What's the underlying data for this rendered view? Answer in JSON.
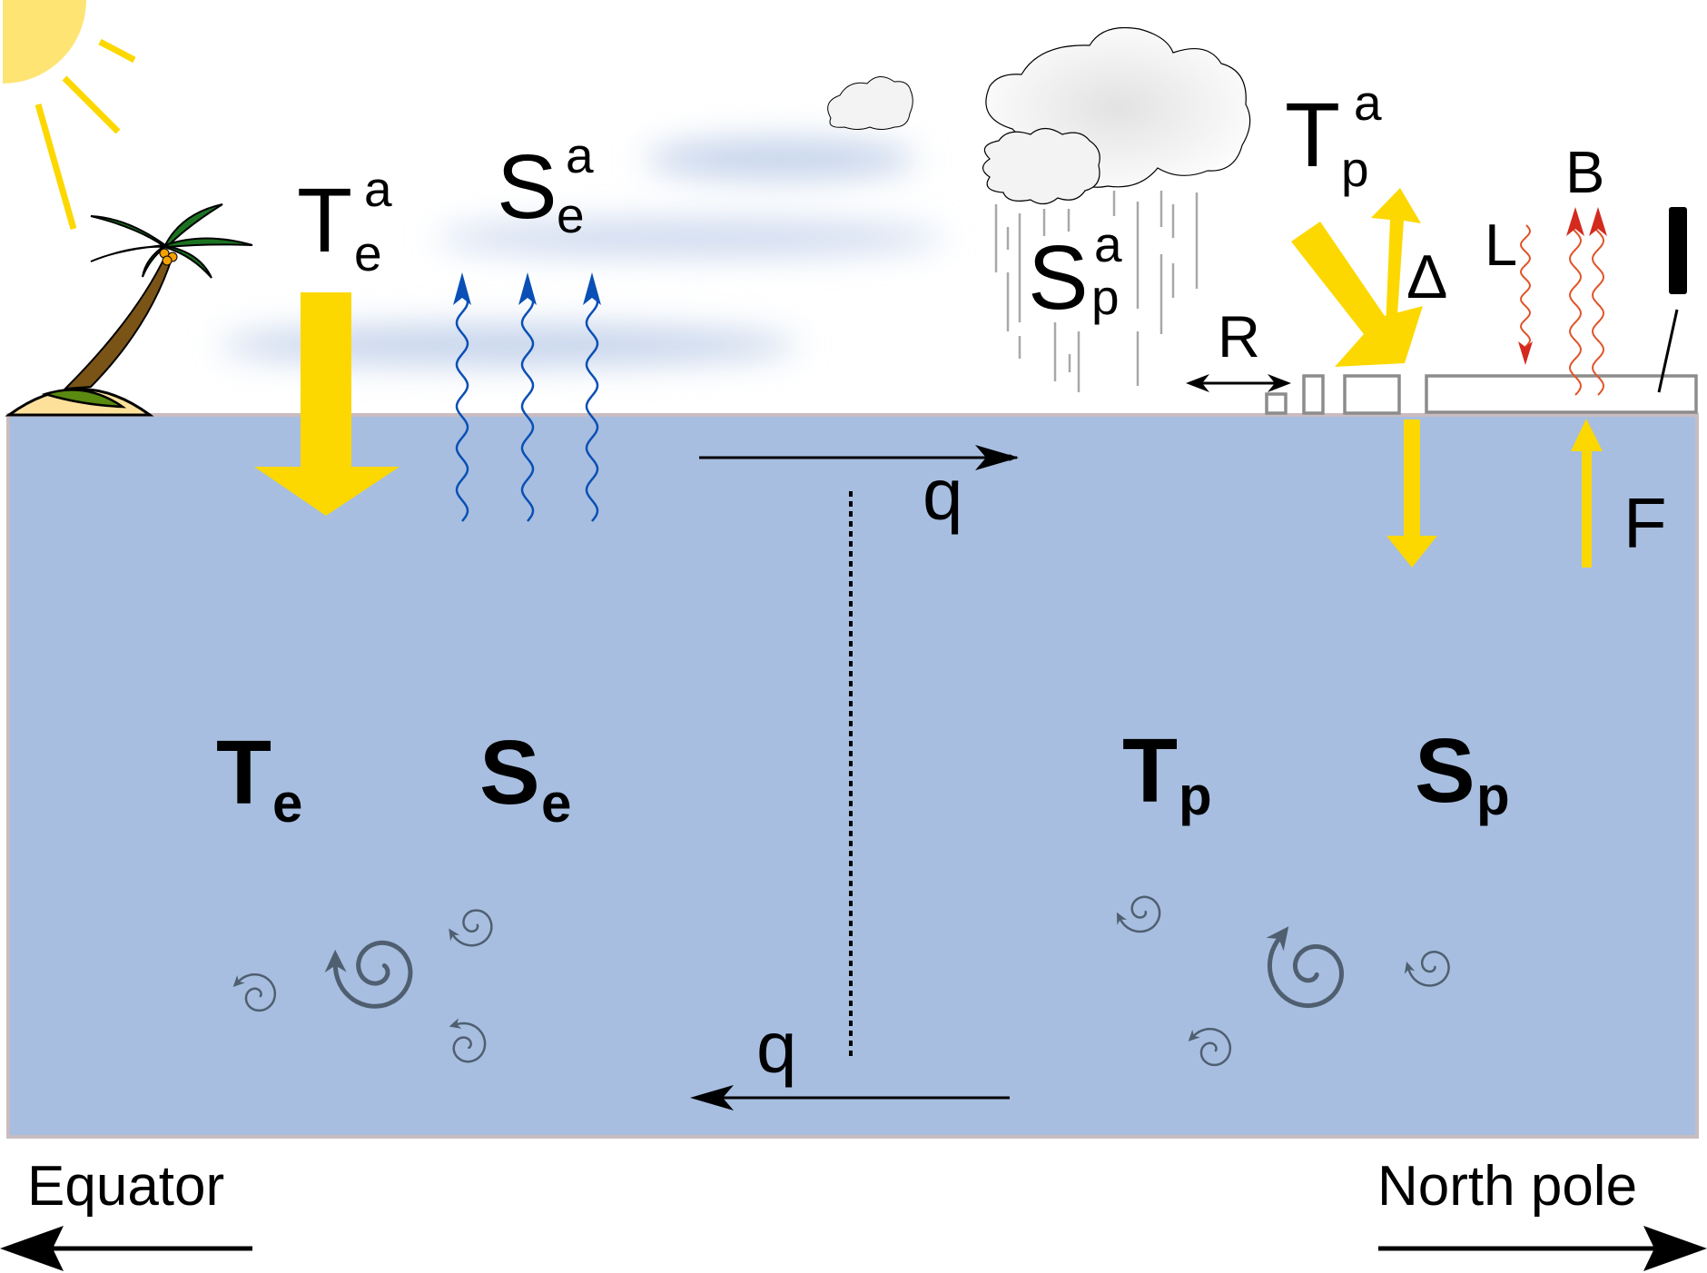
{
  "colors": {
    "ocean": "#a7bee0",
    "ocean_border": "#c9bcc0",
    "sun": "#fee573",
    "sun_ray": "#fcd800",
    "shortwave_arrow": "#fcd800",
    "evaporation_arrow": "#0a4fb5",
    "longwave_arrow": "#d42a1e",
    "eddy": "#4f5f70",
    "ice": "#8c8c8c",
    "rain": "#a8a8a8"
  },
  "atmosphere": {
    "equator_air_temp": {
      "base": "T",
      "sub": "e",
      "sup": "a"
    },
    "equator_air_salt": {
      "base": "S",
      "sub": "e",
      "sup": "a"
    },
    "polar_air_temp": {
      "base": "T",
      "sub": "p",
      "sup": "a"
    },
    "polar_air_salt": {
      "base": "S",
      "sub": "p",
      "sup": "a"
    }
  },
  "ice_labels": {
    "runoff": "R",
    "albedo_delta": "Δ",
    "longwave": "L",
    "blackbody": "B",
    "thickness": "I",
    "ocean_flux": "F"
  },
  "ocean": {
    "equator_temp": {
      "base": "T",
      "sub": "e"
    },
    "equator_salt": {
      "base": "S",
      "sub": "e"
    },
    "polar_temp": {
      "base": "T",
      "sub": "p"
    },
    "polar_salt": {
      "base": "S",
      "sub": "p"
    },
    "surface_transport": "q",
    "deep_transport": "q"
  },
  "axis": {
    "left_label": "Equator",
    "right_label": "North pole"
  }
}
